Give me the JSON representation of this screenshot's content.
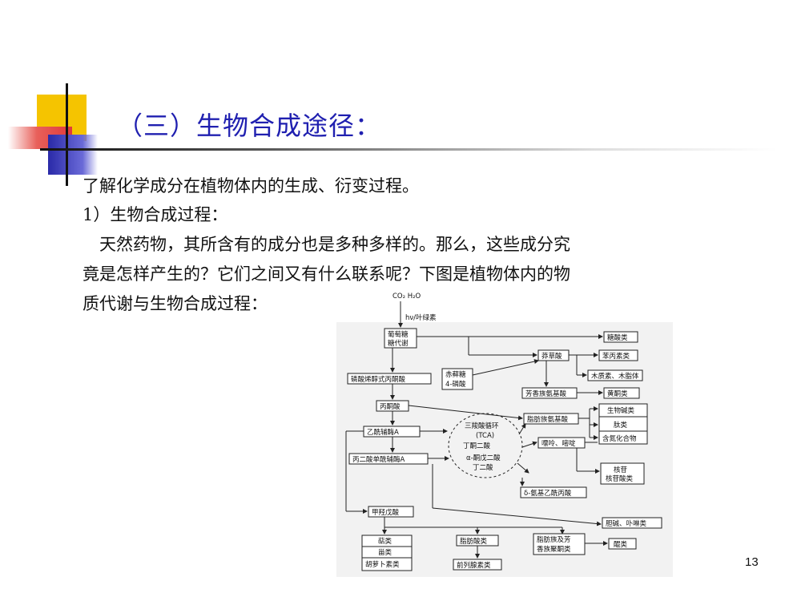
{
  "slide": {
    "title": "（三）生物合成途径：",
    "lines": [
      "了解化学成分在植物体内的生成、衍变过程。",
      "1）生物合成过程：",
      "　天然药物，其所含有的成分也是多种多样的。那么，这些成分究",
      "竟是怎样产生的？它们之间又有什么联系呢？下图是植物体内的物",
      "质代谢与生物合成过程："
    ],
    "page_number": "13"
  },
  "diagram": {
    "inputs": "CO₂  H₂O",
    "light": "hν/叶绿素",
    "nodes": {
      "glucose1": "葡萄糖",
      "glucose2": "糖代谢",
      "glycosides": "糖酸类",
      "shikimic": "莽草酸",
      "phenylpropanoids": "苯丙素类",
      "pep": "磷酸烯醇式丙酮酸",
      "erythrose1": "赤藓糖",
      "erythrose2": "4-磷酸",
      "lignin": "木质素、木脂体",
      "aromatic_aa": "芳香族氨基酸",
      "flavonoids": "黄酮类",
      "pyruvate": "丙酮酸",
      "aliphatic_aa": "脂肪族氨基酸",
      "alkaloids": "生物碱类",
      "peptides": "肽类",
      "nitrogen": "含氮化合物",
      "acetyl_coa": "乙酰辅酶A",
      "tca1": "三羧酸循环",
      "tca2": "(TCA)",
      "tca3": "丁酮二酸",
      "tca4": "α-酮戊二酸",
      "tca5": "丁二酸",
      "purines": "嘌呤、嘧啶",
      "malonyl": "丙二酸单酰辅酶A",
      "nucleosides1": "核苷",
      "nucleosides2": "核苷酸类",
      "ala": "δ-氨基乙酰丙酸",
      "mevalonate": "甲羟戊酸",
      "bile": "胆碱、卟啉类",
      "terpenes": "萜类",
      "steroids": "甾类",
      "carotenoids": "胡萝卜素类",
      "fatty_acids": "脂肪酸类",
      "polyketides1": "脂肪族及芳",
      "polyketides2": "香族聚酮类",
      "quinones": "醌类",
      "prostaglandins": "前列腺素类"
    }
  }
}
